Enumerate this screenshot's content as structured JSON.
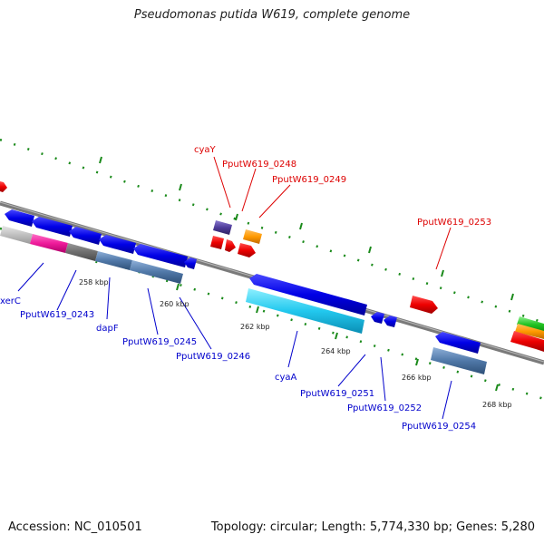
{
  "title": "Pseudomonas putida W619, complete genome",
  "footer": {
    "accession": "Accession: NC_010501",
    "summary": "Topology: circular; Length: 5,774,330 bp; Genes: 5,280"
  },
  "colors": {
    "label_top": "#dd0000",
    "label_bottom": "#0000cc",
    "backbone": "#808080",
    "tick_green": "#1a8a1a"
  },
  "ticks": [
    {
      "label": "258 kbp"
    },
    {
      "label": "260 kbp"
    },
    {
      "label": "262 kbp"
    },
    {
      "label": "264 kbp"
    },
    {
      "label": "266 kbp"
    },
    {
      "label": "268 kbp"
    }
  ],
  "labels_top": [
    {
      "text": "cyaY"
    },
    {
      "text": "PputW619_0248"
    },
    {
      "text": "PputW619_0249"
    },
    {
      "text": "PputW619_0253"
    }
  ],
  "labels_bottom": [
    {
      "text": "xerC"
    },
    {
      "text": "PputW619_0243"
    },
    {
      "text": "dapF"
    },
    {
      "text": "PputW619_0245"
    },
    {
      "text": "PputW619_0246"
    },
    {
      "text": "cyaA"
    },
    {
      "text": "PputW619_0251"
    },
    {
      "text": "PputW619_0252"
    },
    {
      "text": "PputW619_0254"
    }
  ]
}
